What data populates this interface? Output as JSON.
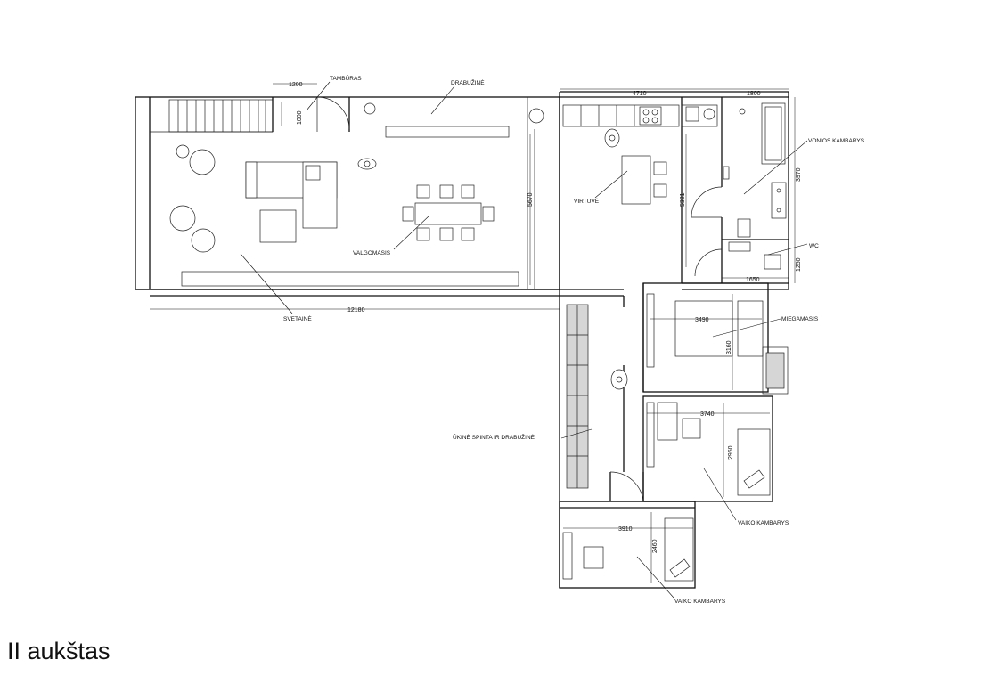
{
  "floor_title": "II aukštas",
  "rooms": {
    "tamburas": "TAMBŪRAS",
    "drabuzine": "DRABUŽINĖ",
    "svetaine": "SVETAINĖ",
    "valgomasis": "VALGOMASIS",
    "virtuve": "VIRTUVĖ",
    "vonios_kambarys": "VONIOS KAMBARYS",
    "wc": "WC",
    "miegamasis": "MIEGAMASIS",
    "ukine_spinta": "ŪKINĖ SPINTA IR DRABUŽINĖ",
    "vaiko_kambarys_1": "VAIKO KAMBARYS",
    "vaiko_kambarys_2": "VAIKO KAMBARYS"
  },
  "dimensions": {
    "tamburas_width": "1200",
    "tamburas_depth": "1000",
    "kitchen_width": "4710",
    "bath_width": "1800",
    "living_depth": "5670",
    "kitchen_depth": "5321",
    "bath_depth": "3970",
    "wc_depth": "1250",
    "wc_width": "1650",
    "total_width": "12180",
    "bedroom_width": "3490",
    "bedroom_depth": "3160",
    "kids1_width": "3740",
    "kids1_depth": "2950",
    "kids2_width": "3910",
    "kids2_depth": "2460"
  }
}
